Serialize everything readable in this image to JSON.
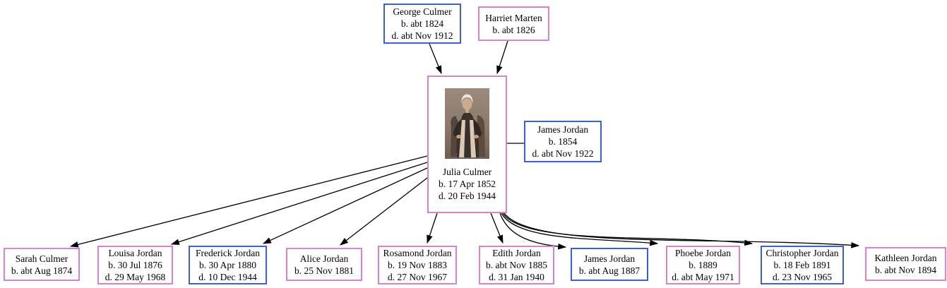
{
  "diagram_type": "family-tree pedigree chart",
  "colors": {
    "female_border": "#d883ce",
    "male_border": "#3c5fd2",
    "connector_line": "#000000",
    "background": "#ffffff"
  },
  "people": {
    "father": {
      "name": "George Culmer",
      "birth": "b. abt 1824",
      "death": "d. abt Nov 1912"
    },
    "mother": {
      "name": "Harriet Marten",
      "birth": "b. abt 1826"
    },
    "subject": {
      "name": "Julia Culmer",
      "birth": "b. 17 Apr 1852",
      "death": "d. 20 Feb 1944",
      "photo_alt": "sepia portrait photograph of a seated elderly woman"
    },
    "spouse": {
      "name": "James Jordan",
      "birth": "b. 1854",
      "death": "d. abt Nov 1922"
    },
    "children": [
      {
        "name": "Sarah Culmer",
        "birth": "b. abt Aug 1874"
      },
      {
        "name": "Louisa Jordan",
        "birth": "b. 30 Jul 1876",
        "death": "d. 29 May 1968"
      },
      {
        "name": "Frederick Jordan",
        "birth": "b. 30 Apr 1880",
        "death": "d. 10 Dec 1944"
      },
      {
        "name": "Alice Jordan",
        "birth": "b. 25 Nov 1881"
      },
      {
        "name": "Rosamond Jordan",
        "birth": "b. 19 Nov 1883",
        "death": "d. 27 Nov 1967"
      },
      {
        "name": "Edith Jordan",
        "birth": "b. abt Nov 1885",
        "death": "d. 31 Jan 1940"
      },
      {
        "name": "James Jordan",
        "birth": "b. abt Aug 1887"
      },
      {
        "name": "Phoebe Jordan",
        "birth": "b. 1889",
        "death": "d. abt May 1971"
      },
      {
        "name": "Christopher Jordan",
        "birth": "b. 18 Feb 1891",
        "death": "d. 23 Nov 1965"
      },
      {
        "name": "Kathleen Jordan",
        "birth": "b. abt Nov 1894"
      }
    ]
  }
}
